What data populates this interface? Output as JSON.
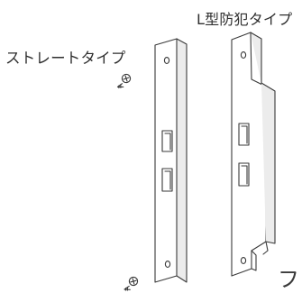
{
  "labels": {
    "l_type": "L型防犯タイプ",
    "straight_type": "ストレートタイプ",
    "partial_char": "フ"
  },
  "colors": {
    "line": "#3a3a3a",
    "plate_fill": "#ffffff",
    "shadow_fill": "#ececec"
  }
}
